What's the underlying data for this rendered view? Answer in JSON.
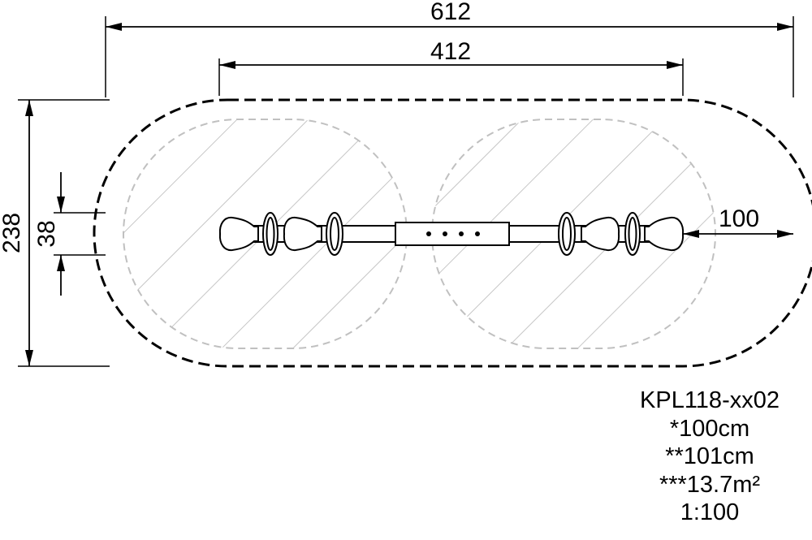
{
  "dimensions": {
    "overall_length": "612",
    "beam_length": "412",
    "overall_width": "238",
    "seat_width": "38",
    "safety_radius": "100"
  },
  "product": {
    "code": "KPL118-xx02",
    "note_1": "*100cm",
    "note_2": "**101cm",
    "note_3": "***13.7m²",
    "scale": "1:100"
  }
}
